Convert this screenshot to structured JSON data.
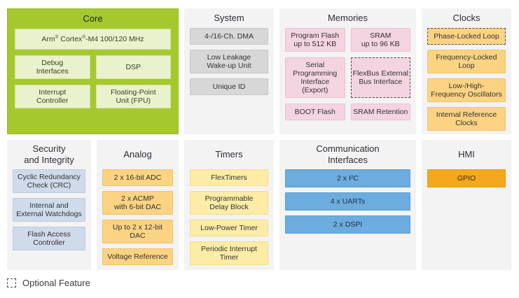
{
  "colors": {
    "core_panel": "#a6c82f",
    "core_block": "#e9f2cc",
    "panel_background": "#f3f3f3",
    "system_block": "#d7d7d7",
    "memories_block": "#f4d4e1",
    "clocks_analog_block": "#fbd382",
    "timers_block": "#fdeca6",
    "security_block": "#cfdaea",
    "communication_block": "#6cacdf",
    "hmi_block": "#f6a81c"
  },
  "panels": {
    "core": {
      "title": "Core",
      "arm": {
        "pre": "Arm",
        "sup1": "®",
        "mid": " Cortex",
        "sup2": "®",
        "post": "-M4 100/120 MHz"
      },
      "blocks": [
        {
          "label": "Debug\nInterfaces"
        },
        {
          "label": "DSP"
        },
        {
          "label": "Interrupt\nController"
        },
        {
          "label": "Floating-Point\nUnit (FPU)"
        }
      ]
    },
    "system": {
      "title": "System",
      "blocks": [
        {
          "label": "4-/16-Ch. DMA"
        },
        {
          "label": "Low Leakage\nWake-up Unit"
        },
        {
          "label": "Unique ID"
        }
      ]
    },
    "memories": {
      "title": "Memories",
      "blocks": [
        {
          "label": "Program Flash\nup to 512 KB"
        },
        {
          "label": "SRAM\nup to 96 KB"
        },
        {
          "label": "Serial Programming\nInterface (Export)"
        },
        {
          "label": "FlexBus External\nBus Interface",
          "optional": true
        },
        {
          "label": "BOOT Flash"
        },
        {
          "label": "SRAM Retention"
        }
      ]
    },
    "clocks": {
      "title": "Clocks",
      "blocks": [
        {
          "label": "Phase-Locked Loop",
          "optional": true
        },
        {
          "label": "Frequency-Locked\nLoop"
        },
        {
          "label": "Low-/High-\nFrequency Oscillators"
        },
        {
          "label": "Internal Reference\nClocks"
        }
      ]
    },
    "security": {
      "title": "Security\nand Integrity",
      "blocks": [
        {
          "label": "Cyclic Redundancy\nCheck (CRC)"
        },
        {
          "label": "Internal and\nExternal Watchdogs"
        },
        {
          "label": "Flash Access\nController"
        }
      ]
    },
    "analog": {
      "title": "Analog",
      "blocks": [
        {
          "label": "2 x 16-bit ADC"
        },
        {
          "label": "2 x ACMP\nwith 6-bit DAC"
        },
        {
          "label": "Up to 2 x 12-bit DAC"
        },
        {
          "label": "Voltage Reference"
        }
      ]
    },
    "timers": {
      "title": "Timers",
      "blocks": [
        {
          "label": "FlexTimers"
        },
        {
          "label": "Programmable\nDelay Block"
        },
        {
          "label": "Low-Power Timer"
        },
        {
          "label": "Periodic Interrupt\nTimer"
        }
      ]
    },
    "comm": {
      "title": "Communication\nInterfaces",
      "blocks": [
        {
          "label": "2 x I²C"
        },
        {
          "label": "4 x UARTs"
        },
        {
          "label": "2 x DSPI"
        }
      ]
    },
    "hmi": {
      "title": "HMI",
      "blocks": [
        {
          "label": "GPIO"
        }
      ]
    }
  },
  "legend": {
    "label": "Optional Feature"
  }
}
